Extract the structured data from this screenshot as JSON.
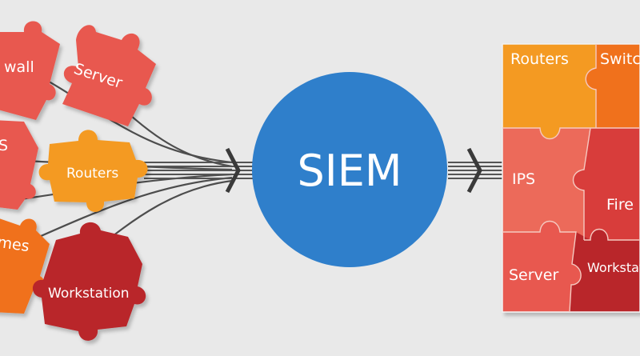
{
  "center": {
    "label": "SIEM"
  },
  "sources": {
    "firewall": "wall",
    "server": "Server",
    "ips": "S",
    "routers": "Routers",
    "games": "mes",
    "workstation": "Workstation"
  },
  "assembled": {
    "routers": "Routers",
    "switches": "Switc",
    "ips": "IPS",
    "firewall": "Fire",
    "server": "Server",
    "workstation": "Workstat"
  },
  "colors": {
    "background": "#e9e9e9",
    "siem_circle": "#2f7fcb",
    "red_light": "#e8584f",
    "red_mid": "#d83d3b",
    "red_dark": "#b9252a",
    "orange": "#f0711f",
    "orange_yellow": "#f49a23",
    "salmon": "#ec6a5a",
    "line": "#4d4d4d"
  }
}
